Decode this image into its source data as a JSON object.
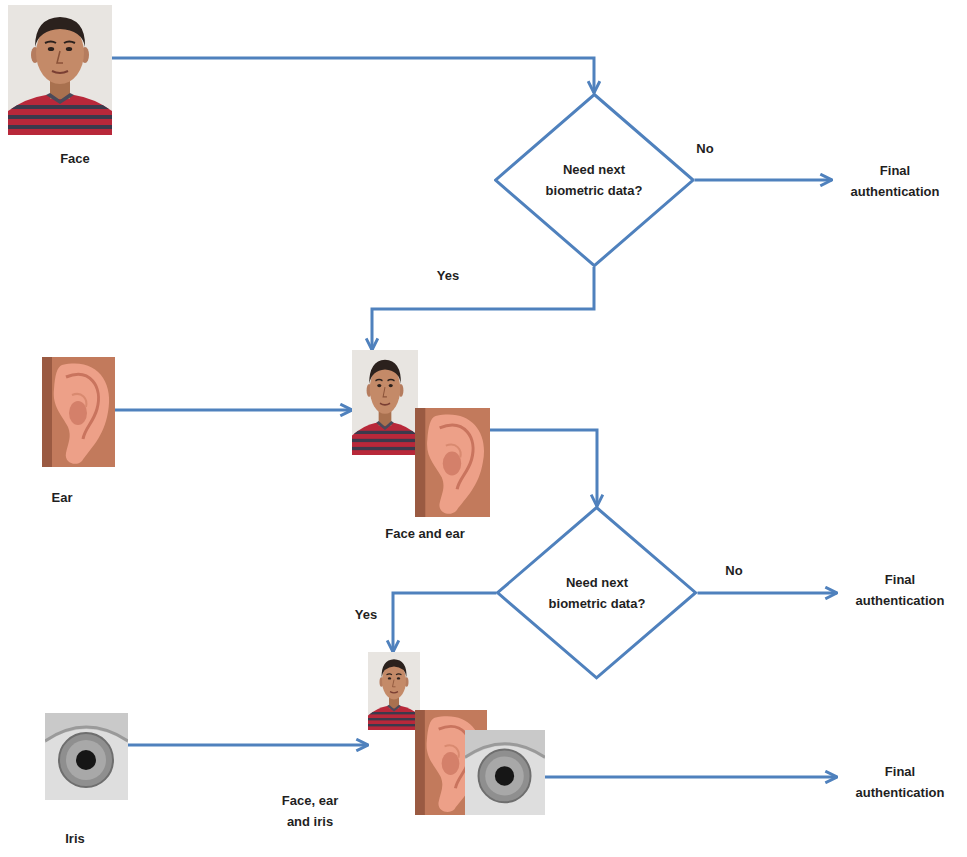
{
  "diagram": {
    "nodes": [
      {
        "text": [
          "Face"
        ]
      },
      {
        "text": [
          "Need next biometric data?"
        ]
      },
      {
        "text": [
          "Final authentication"
        ]
      },
      {
        "text": [
          "Ear"
        ]
      },
      {
        "text": [
          "Face and ear"
        ]
      },
      {
        "text": [
          "Need next biometric data?"
        ]
      },
      {
        "text": [
          "Final authentication"
        ]
      },
      {
        "text": [
          "Iris"
        ]
      },
      {
        "text": [
          "Face, ear and iris"
        ]
      },
      {
        "text": [
          "Final authentication"
        ]
      }
    ],
    "edges": [
      {
        "from": 0,
        "to": 1,
        "arrow": "to"
      },
      {
        "from": 1,
        "to": 2,
        "label": "No",
        "arrow": "to"
      },
      {
        "from": 1,
        "to": 4,
        "label": "Yes",
        "arrow": "to"
      },
      {
        "from": 3,
        "to": 4,
        "arrow": "to"
      },
      {
        "from": 4,
        "to": 5,
        "arrow": "to"
      },
      {
        "from": 5,
        "to": 6,
        "label": "No",
        "arrow": "to"
      },
      {
        "from": 5,
        "to": 8,
        "label": "Yes",
        "arrow": "to"
      },
      {
        "from": 7,
        "to": 8,
        "arrow": "to"
      },
      {
        "from": 8,
        "to": 9,
        "arrow": "to"
      }
    ]
  }
}
